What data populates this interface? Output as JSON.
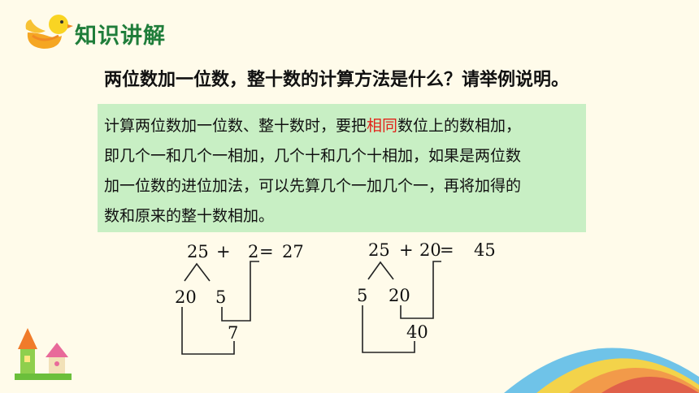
{
  "header": {
    "title": "知识讲解"
  },
  "question": "两位数加一位数，整十数的计算方法是什么？请举例说明。",
  "explanation": {
    "line1_pre": "计算两位数加一位数、整十数时，要把",
    "line1_highlight": "相同",
    "line1_post": "数位上的数相加，",
    "line2": "即几个一和几个一相加，几个十和几个十相加，如果是两位数",
    "line3": "加一位数的进位加法，可以先算几个一加几个一，再将加得的",
    "line4": "数和原来的整十数相加。"
  },
  "example1": {
    "a": "25",
    "plus": "+",
    "b": "2",
    "eq": "=",
    "result": "27",
    "tens": "20",
    "ones": "5",
    "partial": "7"
  },
  "example2": {
    "a": "25",
    "plus": "+",
    "b": "20",
    "eq": "=",
    "result": "45",
    "ones": "5",
    "tens": "20",
    "partial": "40"
  },
  "colors": {
    "title_green": "#1f7d3a",
    "box_green": "#c8efc4",
    "highlight_red": "#e2231a",
    "background": "#fffbea"
  }
}
